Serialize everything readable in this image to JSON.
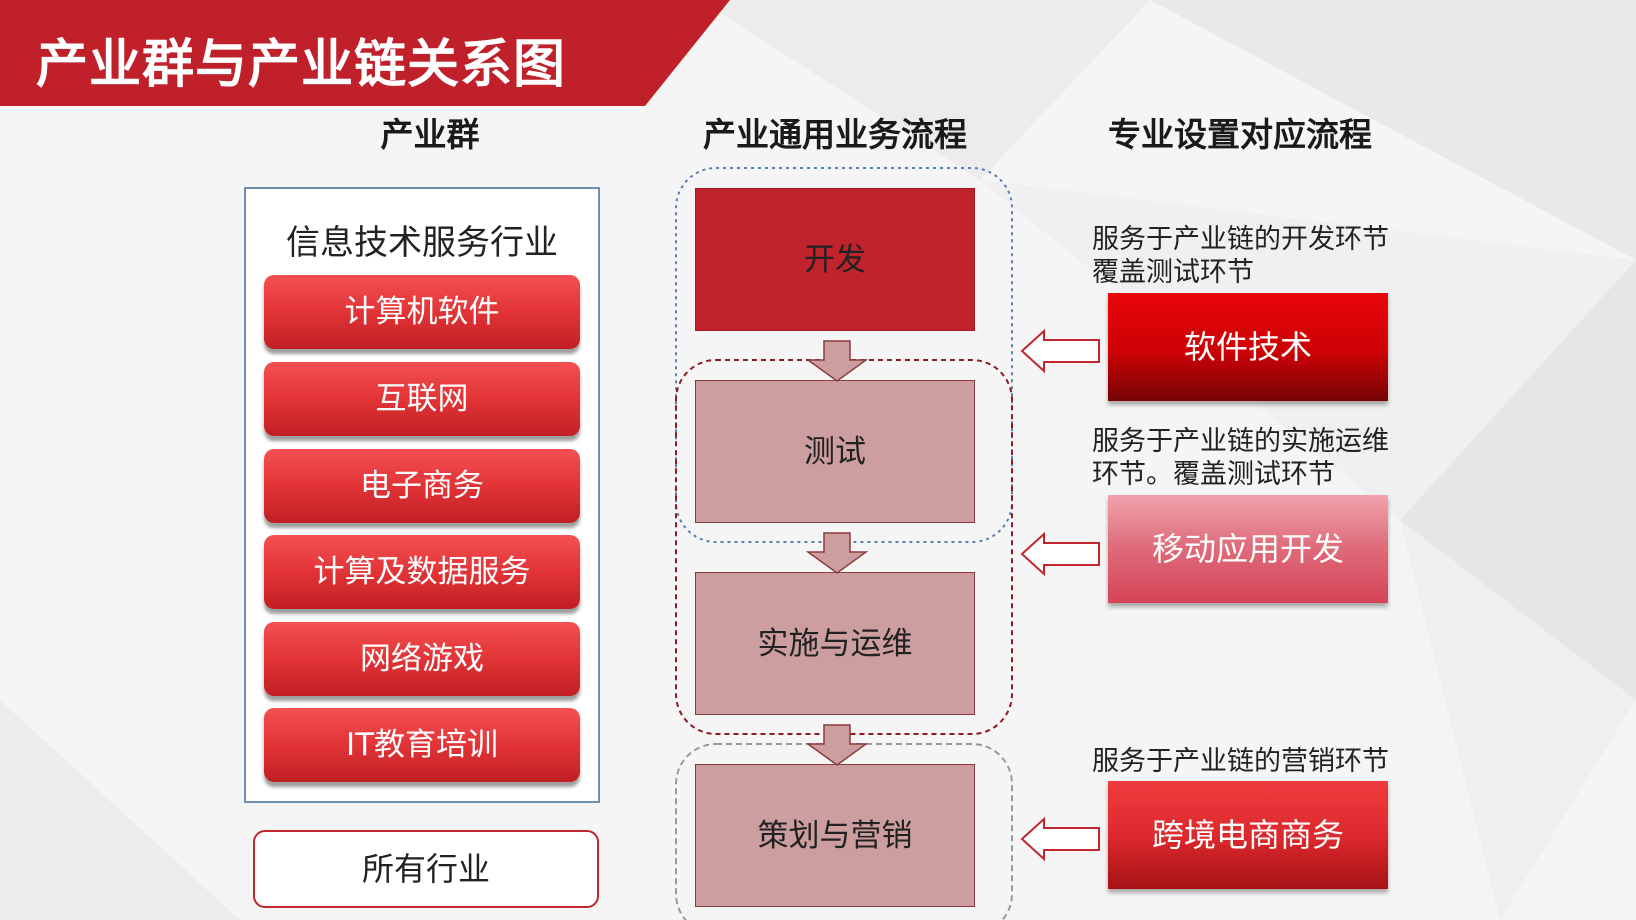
{
  "title": "产业群与产业链关系图",
  "headings": {
    "cluster": "产业群",
    "process": "产业通用业务流程",
    "major": "专业设置对应流程"
  },
  "industry_panel": {
    "title": "信息技术服务行业",
    "items": [
      "计算机软件",
      "互联网",
      "电子商务",
      "计算及数据服务",
      "网络游戏",
      "IT教育培训"
    ]
  },
  "all_industries": "所有行业",
  "process_steps": [
    "开发",
    "测试",
    "实施与运维",
    "策划与营销"
  ],
  "majors": [
    {
      "desc_line1": "服务于产业链的开发环节",
      "desc_line2": "覆盖测试环节",
      "label": "软件技术"
    },
    {
      "desc_line1": "服务于产业链的实施运维",
      "desc_line2": "环节。覆盖测试环节",
      "label": "移动应用开发"
    },
    {
      "desc_line1": "服务于产业链的营销环节",
      "desc_line2": "",
      "label": "跨境电商商务"
    }
  ],
  "colors": {
    "brand_red": "#c0232b",
    "pale_red": "#cd9ea0",
    "panel_border": "#6e8db3"
  }
}
